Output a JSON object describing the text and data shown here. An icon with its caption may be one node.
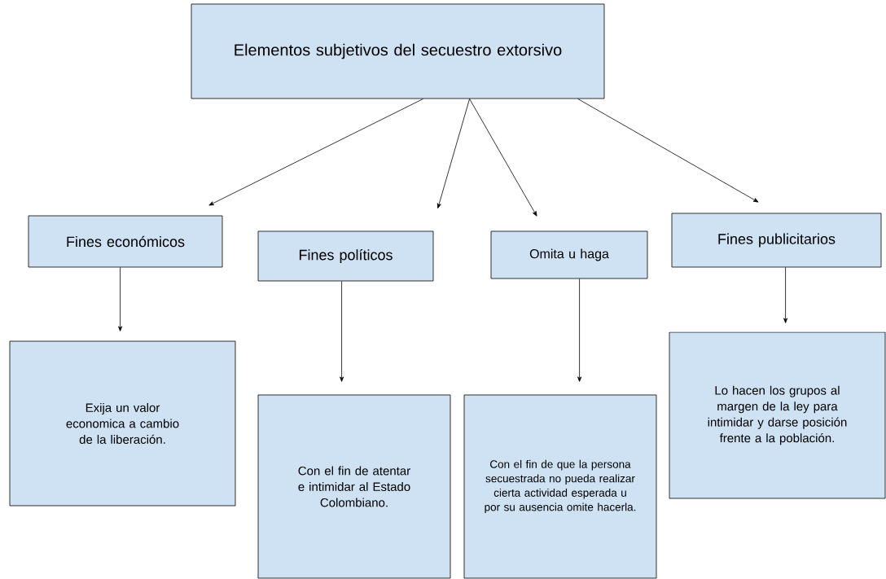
{
  "diagram": {
    "nodes": [
      {
        "text": [
          "Elementos subjetivos del secuestro extorsivo"
        ]
      },
      {
        "text": [
          "Fines económicos"
        ]
      },
      {
        "text": [
          "Fines políticos"
        ]
      },
      {
        "text": [
          "Omita u haga"
        ]
      },
      {
        "text": [
          "Fines publicitarios"
        ]
      },
      {
        "text": [
          "Exija un valor economica a cambio de la liberación."
        ]
      },
      {
        "text": [
          "Con el fin de atentar e intimidar al Estado Colombiano."
        ]
      },
      {
        "text": [
          "Con el fin de que la persona secuestrada no pueda realizar cierta actividad esperada u por su ausencia omite hacerla."
        ]
      },
      {
        "text": [
          "Lo hacen los grupos al margen de la ley para intimidar y darse posición frente a la población."
        ]
      }
    ],
    "edges": [
      {
        "from": 0,
        "to": 1,
        "arrow": "to"
      },
      {
        "from": 0,
        "to": 2,
        "arrow": "to"
      },
      {
        "from": 0,
        "to": 3,
        "arrow": "to"
      },
      {
        "from": 0,
        "to": 4,
        "arrow": "to"
      },
      {
        "from": 1,
        "to": 5,
        "arrow": "to"
      },
      {
        "from": 2,
        "to": 6,
        "arrow": "to"
      },
      {
        "from": 3,
        "to": 7,
        "arrow": "to"
      },
      {
        "from": 4,
        "to": 8,
        "arrow": "to"
      }
    ]
  }
}
